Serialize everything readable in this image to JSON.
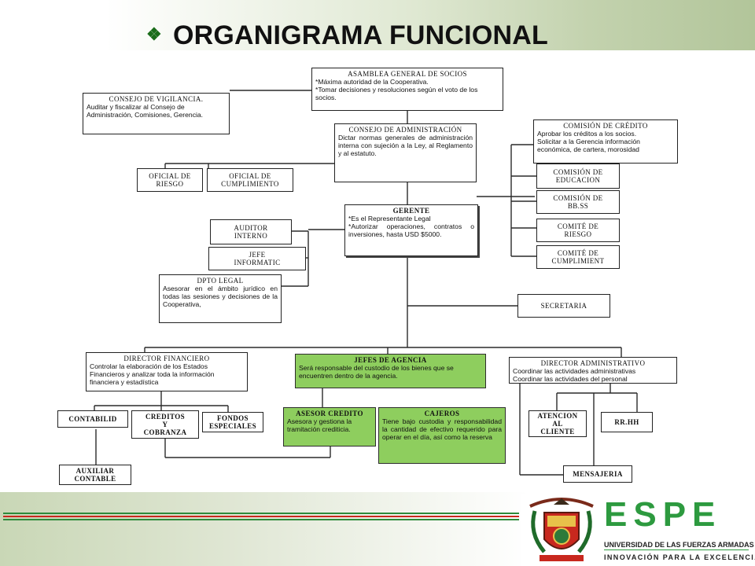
{
  "title": "ORGANIGRAMA FUNCIONAL",
  "boxes": {
    "asamblea": {
      "title": "ASAMBLEA GENERAL DE SOCIOS",
      "body": "*Máxima autoridad de la Cooperativa.\n*Tomar decisiones y resoluciones según el voto de los socios."
    },
    "vigilancia": {
      "title": "CONSEJO DE VIGILANCIA.",
      "body": "Auditar y fiscalizar al Consejo de Administración, Comisiones, Gerencia."
    },
    "administracion": {
      "title": "CONSEJO DE ADMINISTRACIÓN",
      "body": "Dictar normas generales de administración interna con sujeción a la Ley, al Reglamento y al estatuto."
    },
    "oficial_riesgo": {
      "title": "OFICIAL DE\nRIESGO"
    },
    "oficial_cumplimiento": {
      "title": "OFICIAL DE\nCUMPLIMIENTO"
    },
    "comision_credito": {
      "title": "COMISIÓN DE CRÉDITO",
      "body": "Aprobar los créditos a los socios.\nSolicitar a la Gerencia información económica, de cartera, morosidad"
    },
    "comision_educacion": {
      "title": "COMISIÓN DE\nEDUCACION"
    },
    "comision_bbss": {
      "title": "COMISIÓN DE\nBB.SS"
    },
    "comite_riesgo": {
      "title": "COMITÉ DE\nRIESGO"
    },
    "comite_cumplimiento": {
      "title": "COMITÉ DE\nCUMPLIMIENT"
    },
    "gerente": {
      "title": "GERENTE",
      "body": "*Es el Representante Legal\n*Autorizar operaciones, contratos o inversiones, hasta USD $5000."
    },
    "auditor": {
      "title": "AUDITOR\nINTERNO"
    },
    "jefe_informatica": {
      "title": "JEFE\nINFORMATIC"
    },
    "dpto_legal": {
      "title": "DPTO LEGAL",
      "body": "Asesorar en el ámbito jurídico en todas las sesiones y decisiones de la Cooperativa,"
    },
    "secretaria": {
      "title": "SECRETARIA"
    },
    "director_financiero": {
      "title": "DIRECTOR FINANCIERO",
      "body": "Controlar la elaboración de los Estados Financieros y analizar toda la información financiera y estadística"
    },
    "jefes_agencia": {
      "title": "JEFES DE AGENCIA",
      "body": "Será responsable del custodio de los bienes que se encuentren dentro de la agencia."
    },
    "director_administrativo": {
      "title": "DIRECTOR ADMINISTRATIVO",
      "body": "Coordinar las actividades administrativas\nCoordinar las actividades del personal"
    },
    "contabilidad": {
      "title": "CONTABILID"
    },
    "creditos": {
      "title": "CREDITOS\nY\nCOBRANZA"
    },
    "fondos": {
      "title": "FONDOS\nESPECIALES"
    },
    "auxiliar": {
      "title": "AUXILIAR\nCONTABLE"
    },
    "asesor_credito": {
      "title": "ASESOR CREDITO",
      "body": "Asesora y gestiona la tramitación crediticia."
    },
    "cajeros": {
      "title": "CAJEROS",
      "body": "Tiene bajo custodia y responsabilidad la cantidad de efectivo requerido para operar en el día, así como la reserva"
    },
    "atencion_cliente": {
      "title": "ATENCION\nAL\nCLIENTE"
    },
    "rrhh": {
      "title": "RR.HH"
    },
    "mensajeria": {
      "title": "MENSAJERIA"
    }
  },
  "logo": {
    "name": "ESPE",
    "line1": "UNIVERSIDAD DE LAS FUERZAS ARMADAS",
    "line2": "INNOVACIÓN PARA LA EXCELENCIA"
  },
  "colors": {
    "agency_green": "#8ece5e",
    "brand_green": "#2d9a3f",
    "stripe_red": "#c8281e"
  }
}
